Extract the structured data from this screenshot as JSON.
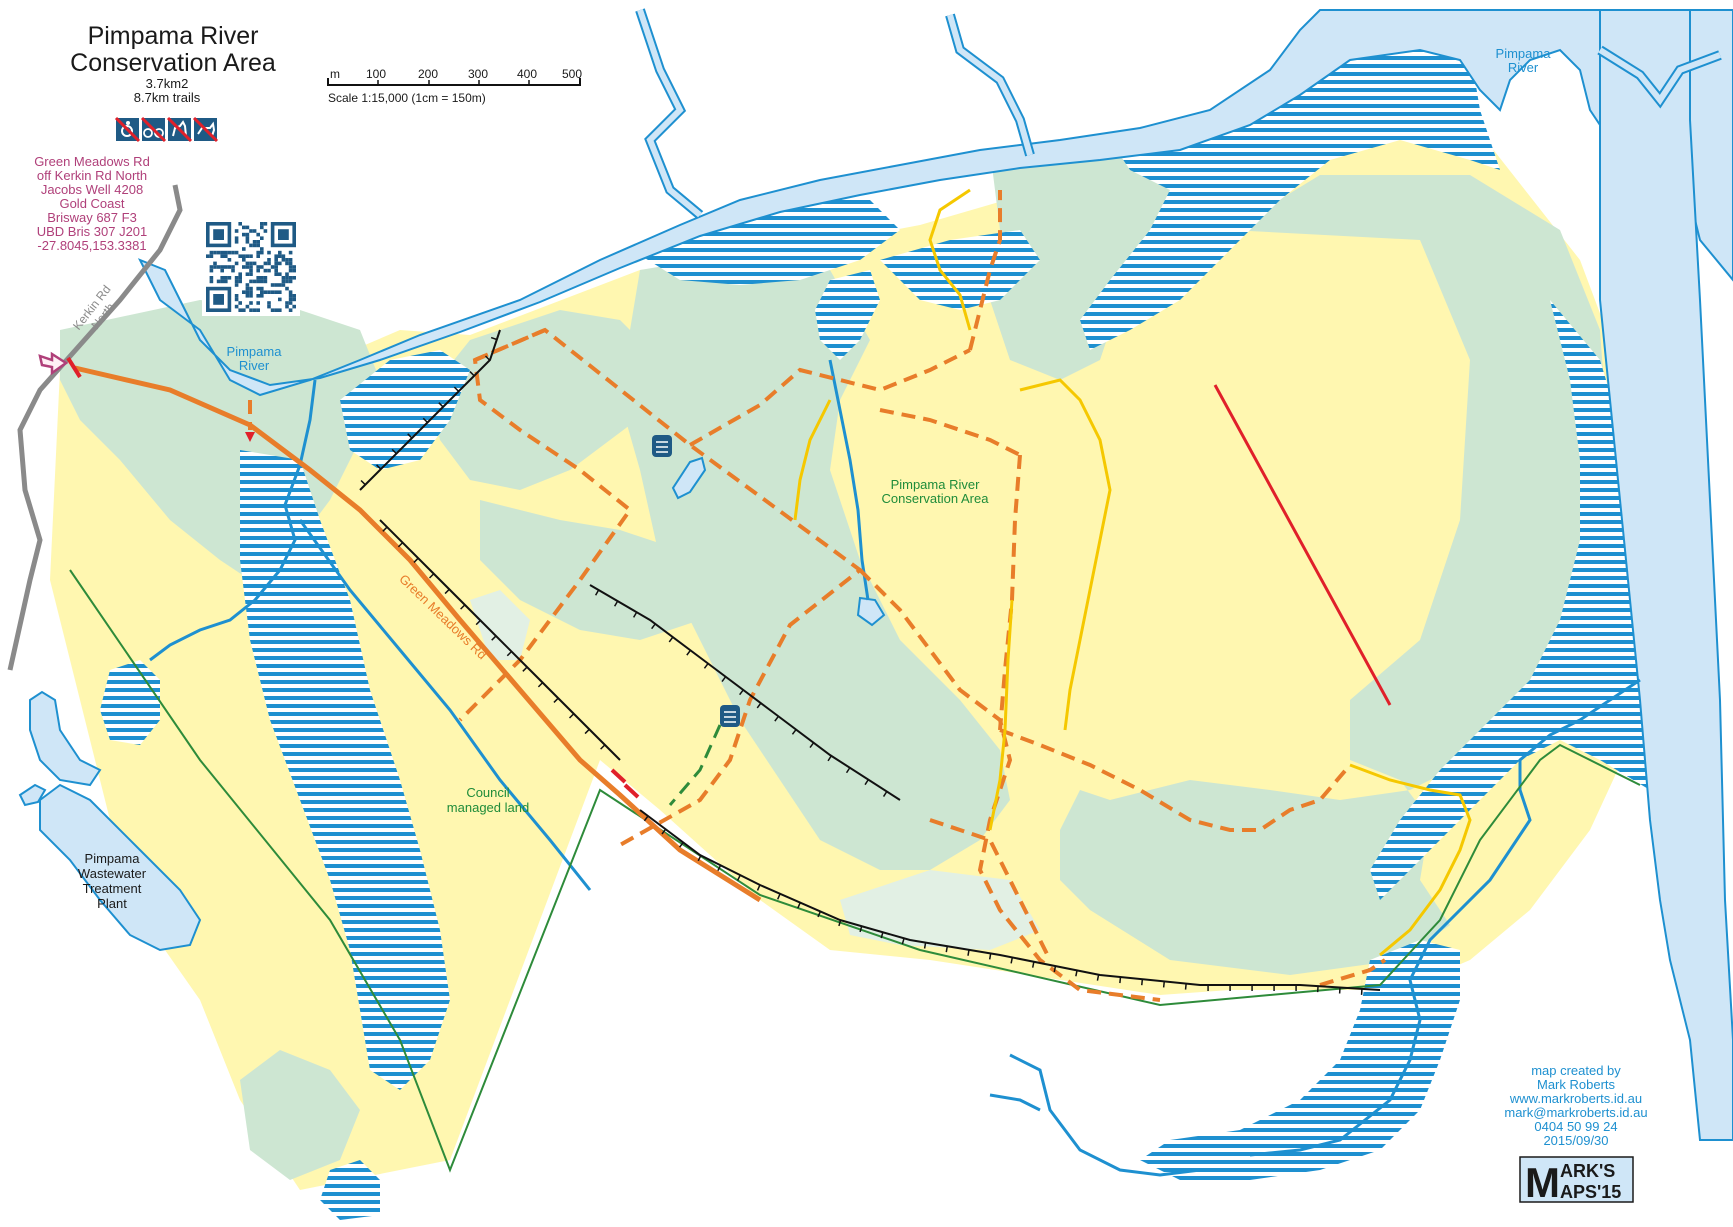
{
  "title": {
    "line1": "Pimpama River",
    "line2": "Conservation Area",
    "area": "3.7km2",
    "trails": "8.7km trails"
  },
  "restriction_icons": [
    "no-wheelchair-icon",
    "no-bicycle-icon",
    "no-horse-icon",
    "no-dog-icon"
  ],
  "address": {
    "lines": [
      "Green Meadows Rd",
      "off Kerkin Rd North",
      "Jacobs Well 4208",
      "Gold Coast",
      "Brisway 687 F3",
      "UBD Bris 307 J201",
      "-27.8045,153.3381"
    ]
  },
  "scale": {
    "unit": "m",
    "ticks": [
      "100",
      "200",
      "300",
      "400",
      "500"
    ],
    "caption": "Scale 1:15,000 (1cm = 150m)"
  },
  "labels": {
    "kerkin_line1": "Kerkin Rd",
    "kerkin_line2": "North",
    "river_upper_1": "Pimpama",
    "river_upper_2": "River",
    "river_left_1": "Pimpama",
    "river_left_2": "River",
    "cons_area_1": "Pimpama River",
    "cons_area_2": "Conservation Area",
    "council_1": "Council",
    "council_2": "managed land",
    "green_meadows": "Green Meadows Rd",
    "plant_1": "Pimpama",
    "plant_2": "Wastewater",
    "plant_3": "Treatment",
    "plant_4": "Plant"
  },
  "credit": {
    "lines": [
      "map created by",
      "Mark Roberts",
      "www.markroberts.id.au",
      "mark@markroberts.id.au",
      "0404 50 99 24",
      "2015/09/30"
    ]
  },
  "logo": {
    "line1": "ARK'S",
    "line2": "APS'15",
    "big_letter": "M"
  },
  "colors": {
    "water": "#cfe6f7",
    "water_line": "#1e90d0",
    "forest": "#cde6d2",
    "open": "#fff7b0",
    "trail": "#e87d2a",
    "yellow_trail": "#f5c800",
    "boundary": "#2e8b3a",
    "red_line": "#e0202a",
    "road": "#8a8a8a"
  }
}
